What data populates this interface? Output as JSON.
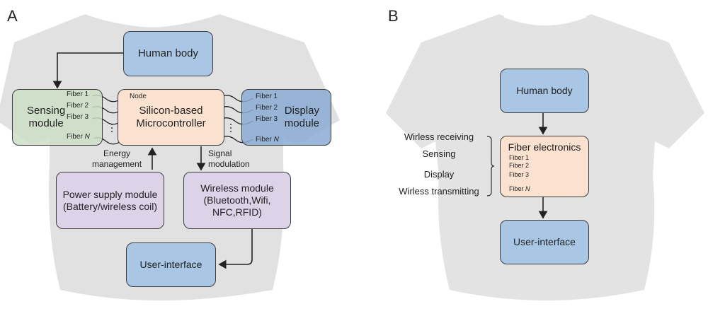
{
  "panel_a": {
    "label": "A",
    "human_body": "Human body",
    "sensing_module": [
      "Sensing",
      "module"
    ],
    "microcontroller": [
      "Silicon-based",
      "Microcontroller"
    ],
    "node_label": "Node",
    "display_module": [
      "Display",
      "module"
    ],
    "fibers": [
      "Fiber 1",
      "Fiber 2",
      "Fiber 3"
    ],
    "fiber_n_prefix": "Fiber ",
    "fiber_n_var": "N",
    "energy_label": [
      "Energy",
      "management"
    ],
    "signal_label": [
      "Signal",
      "modulation"
    ],
    "power_module": [
      "Power supply module",
      "(Battery/wireless coil)"
    ],
    "wireless_module": [
      "Wireless module",
      "(Bluetooth,Wifi,",
      "NFC,RFID)"
    ],
    "user_interface": "User-interface"
  },
  "panel_b": {
    "label": "B",
    "human_body": "Human body",
    "fiber_electronics": "Fiber electronics",
    "fibers": [
      "Fiber 1",
      "Fiber 2",
      "Fiber 3"
    ],
    "fiber_n_prefix": "Fiber ",
    "fiber_n_var": "N",
    "functions": [
      "Wirless receiving",
      "Sensing",
      "Display",
      "Wirless transmitting"
    ],
    "user_interface": "User-interface"
  }
}
